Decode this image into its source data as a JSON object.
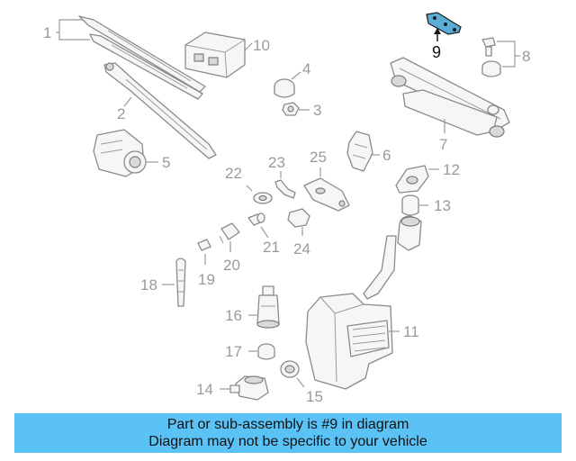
{
  "diagram": {
    "callouts": {
      "c1": "1",
      "c2": "2",
      "c3": "3",
      "c4": "4",
      "c5": "5",
      "c6": "6",
      "c7": "7",
      "c8": "8",
      "c9": "9",
      "c10": "10",
      "c11": "11",
      "c12": "12",
      "c13": "13",
      "c14": "14",
      "c15": "15",
      "c16": "16",
      "c17": "17",
      "c18": "18",
      "c19": "19",
      "c20": "20",
      "c21": "21",
      "c22": "22",
      "c23": "23",
      "c24": "24",
      "c25": "25"
    },
    "highlighted_part": "9",
    "highlight_color": "#5aaed6"
  },
  "banner": {
    "line1": "Part or sub-assembly is #9 in diagram",
    "line2": "Diagram may not be specific to your vehicle",
    "background_color": "#5bc2f5"
  }
}
